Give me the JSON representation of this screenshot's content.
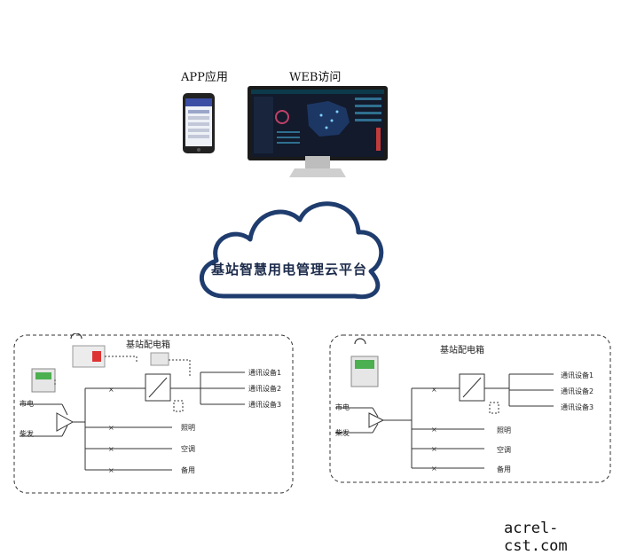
{
  "top": {
    "app_label": "APP应用",
    "web_label": "WEB访问"
  },
  "cloud": {
    "label": "基站智慧用电管理云平台"
  },
  "left_panel": {
    "title": "基站配电箱",
    "source_mains": "市电",
    "source_generator": "柴发",
    "outputs": [
      "通讯设备1",
      "通讯设备2",
      "通讯设备3"
    ],
    "branches": [
      "照明",
      "空调",
      "备用"
    ]
  },
  "right_panel": {
    "title": "基站配电箱",
    "source_mains": "市电",
    "source_generator": "柴发",
    "outputs": [
      "通讯设备1",
      "通讯设备2",
      "通讯设备3"
    ],
    "branches": [
      "照明",
      "空调",
      "备用"
    ]
  },
  "watermark": "acrel-cst.com",
  "colors": {
    "cloud_stroke": "#1f3c6e",
    "panel_border": "#333333",
    "screen": "#121a2b"
  }
}
